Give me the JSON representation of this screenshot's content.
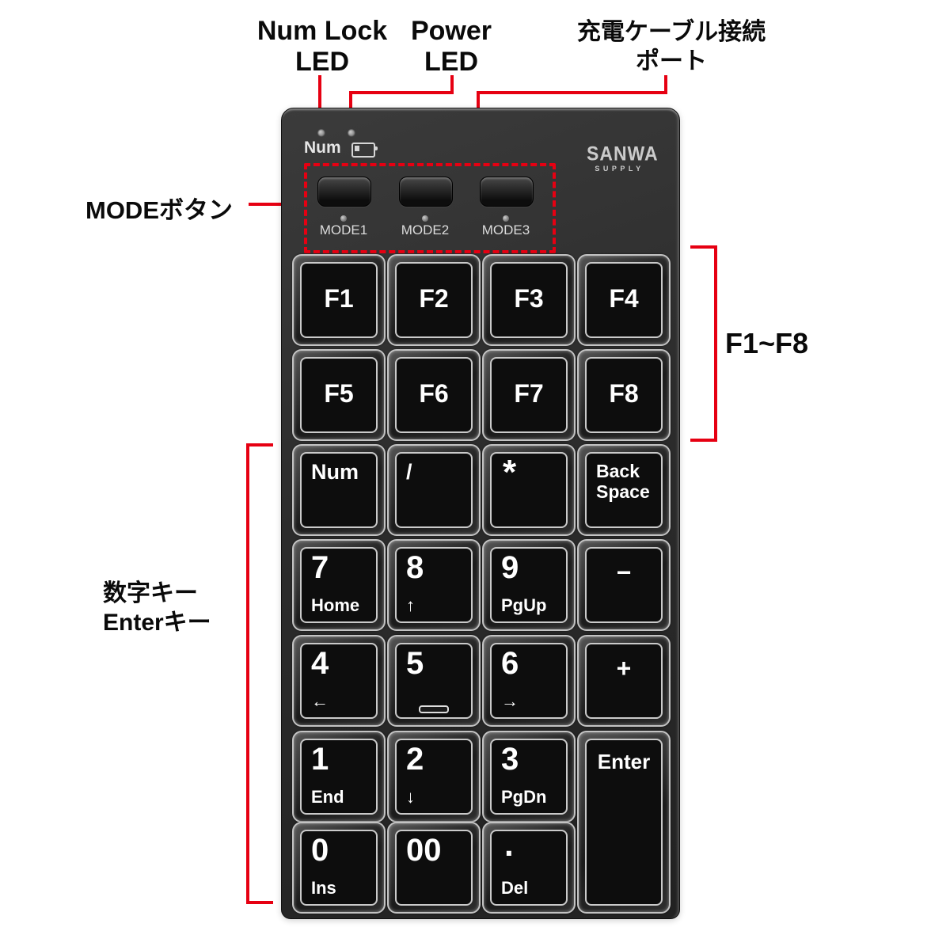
{
  "colors": {
    "annotation_red": "#e60012",
    "body_dark": "#2c2c2c",
    "key_face": "#0d0d0d",
    "legend_white": "#ffffff"
  },
  "annotations": {
    "num_lock_led": {
      "line1": "Num Lock",
      "line2": "LED"
    },
    "power_led": {
      "line1": "Power",
      "line2": "LED"
    },
    "charge_port": {
      "line1": "充電ケーブル接続",
      "line2": "ポート"
    },
    "mode_button": {
      "label": "MODEボタン"
    },
    "number_enter_keys": {
      "line1": "数字キー",
      "line2": "Enterキー"
    },
    "function_keys": {
      "label": "F1~F8"
    }
  },
  "device": {
    "brand": {
      "name": "SANWA",
      "sub": "SUPPLY"
    },
    "indicator_label": "Num",
    "mode_buttons": [
      {
        "label": "MODE1"
      },
      {
        "label": "MODE2"
      },
      {
        "label": "MODE3"
      }
    ],
    "keys": [
      {
        "id": "f1",
        "main": "F1",
        "row": 1,
        "col": 1,
        "type": "fn"
      },
      {
        "id": "f2",
        "main": "F2",
        "row": 1,
        "col": 2,
        "type": "fn"
      },
      {
        "id": "f3",
        "main": "F3",
        "row": 1,
        "col": 3,
        "type": "fn"
      },
      {
        "id": "f4",
        "main": "F4",
        "row": 1,
        "col": 4,
        "type": "fn"
      },
      {
        "id": "f5",
        "main": "F5",
        "row": 2,
        "col": 1,
        "type": "fn"
      },
      {
        "id": "f6",
        "main": "F6",
        "row": 2,
        "col": 2,
        "type": "fn"
      },
      {
        "id": "f7",
        "main": "F7",
        "row": 2,
        "col": 3,
        "type": "fn"
      },
      {
        "id": "f8",
        "main": "F8",
        "row": 2,
        "col": 4,
        "type": "fn"
      },
      {
        "id": "num",
        "main": "Num",
        "row": 3,
        "col": 1,
        "type": "sym"
      },
      {
        "id": "slash",
        "main": "/",
        "row": 3,
        "col": 2,
        "type": "sym"
      },
      {
        "id": "asterisk",
        "main": "*",
        "row": 3,
        "col": 3,
        "type": "ast"
      },
      {
        "id": "backspace",
        "lines": [
          "Back",
          "Space"
        ],
        "row": 3,
        "col": 4,
        "type": "backspace"
      },
      {
        "id": "7",
        "main": "7",
        "sub": "Home",
        "row": 4,
        "col": 1,
        "type": "num"
      },
      {
        "id": "8",
        "main": "8",
        "sub": "↑",
        "row": 4,
        "col": 2,
        "type": "num"
      },
      {
        "id": "9",
        "main": "9",
        "sub": "PgUp",
        "row": 4,
        "col": 3,
        "type": "num"
      },
      {
        "id": "minus",
        "main": "−",
        "row": 4,
        "col": 4,
        "type": "op"
      },
      {
        "id": "4",
        "main": "4",
        "sub": "←",
        "row": 5,
        "col": 1,
        "type": "num"
      },
      {
        "id": "5",
        "main": "5",
        "row": 5,
        "col": 2,
        "type": "num",
        "nub": true
      },
      {
        "id": "6",
        "main": "6",
        "sub": "→",
        "row": 5,
        "col": 3,
        "type": "num"
      },
      {
        "id": "plus",
        "main": "+",
        "row": 5,
        "col": 4,
        "type": "op"
      },
      {
        "id": "1",
        "main": "1",
        "sub": "End",
        "row": 6,
        "col": 1,
        "type": "num"
      },
      {
        "id": "2",
        "main": "2",
        "sub": "↓",
        "row": 6,
        "col": 2,
        "type": "num"
      },
      {
        "id": "3",
        "main": "3",
        "sub": "PgDn",
        "row": 6,
        "col": 3,
        "type": "num"
      },
      {
        "id": "enter",
        "main": "Enter",
        "row": 6,
        "col": 4,
        "type": "enter",
        "tall": true
      },
      {
        "id": "0",
        "main": "0",
        "sub": "Ins",
        "row": 7,
        "col": 1,
        "type": "num"
      },
      {
        "id": "00",
        "main": "00",
        "row": 7,
        "col": 2,
        "type": "num"
      },
      {
        "id": "dot",
        "main": "·",
        "sub": "Del",
        "row": 7,
        "col": 3,
        "type": "dot"
      }
    ]
  }
}
